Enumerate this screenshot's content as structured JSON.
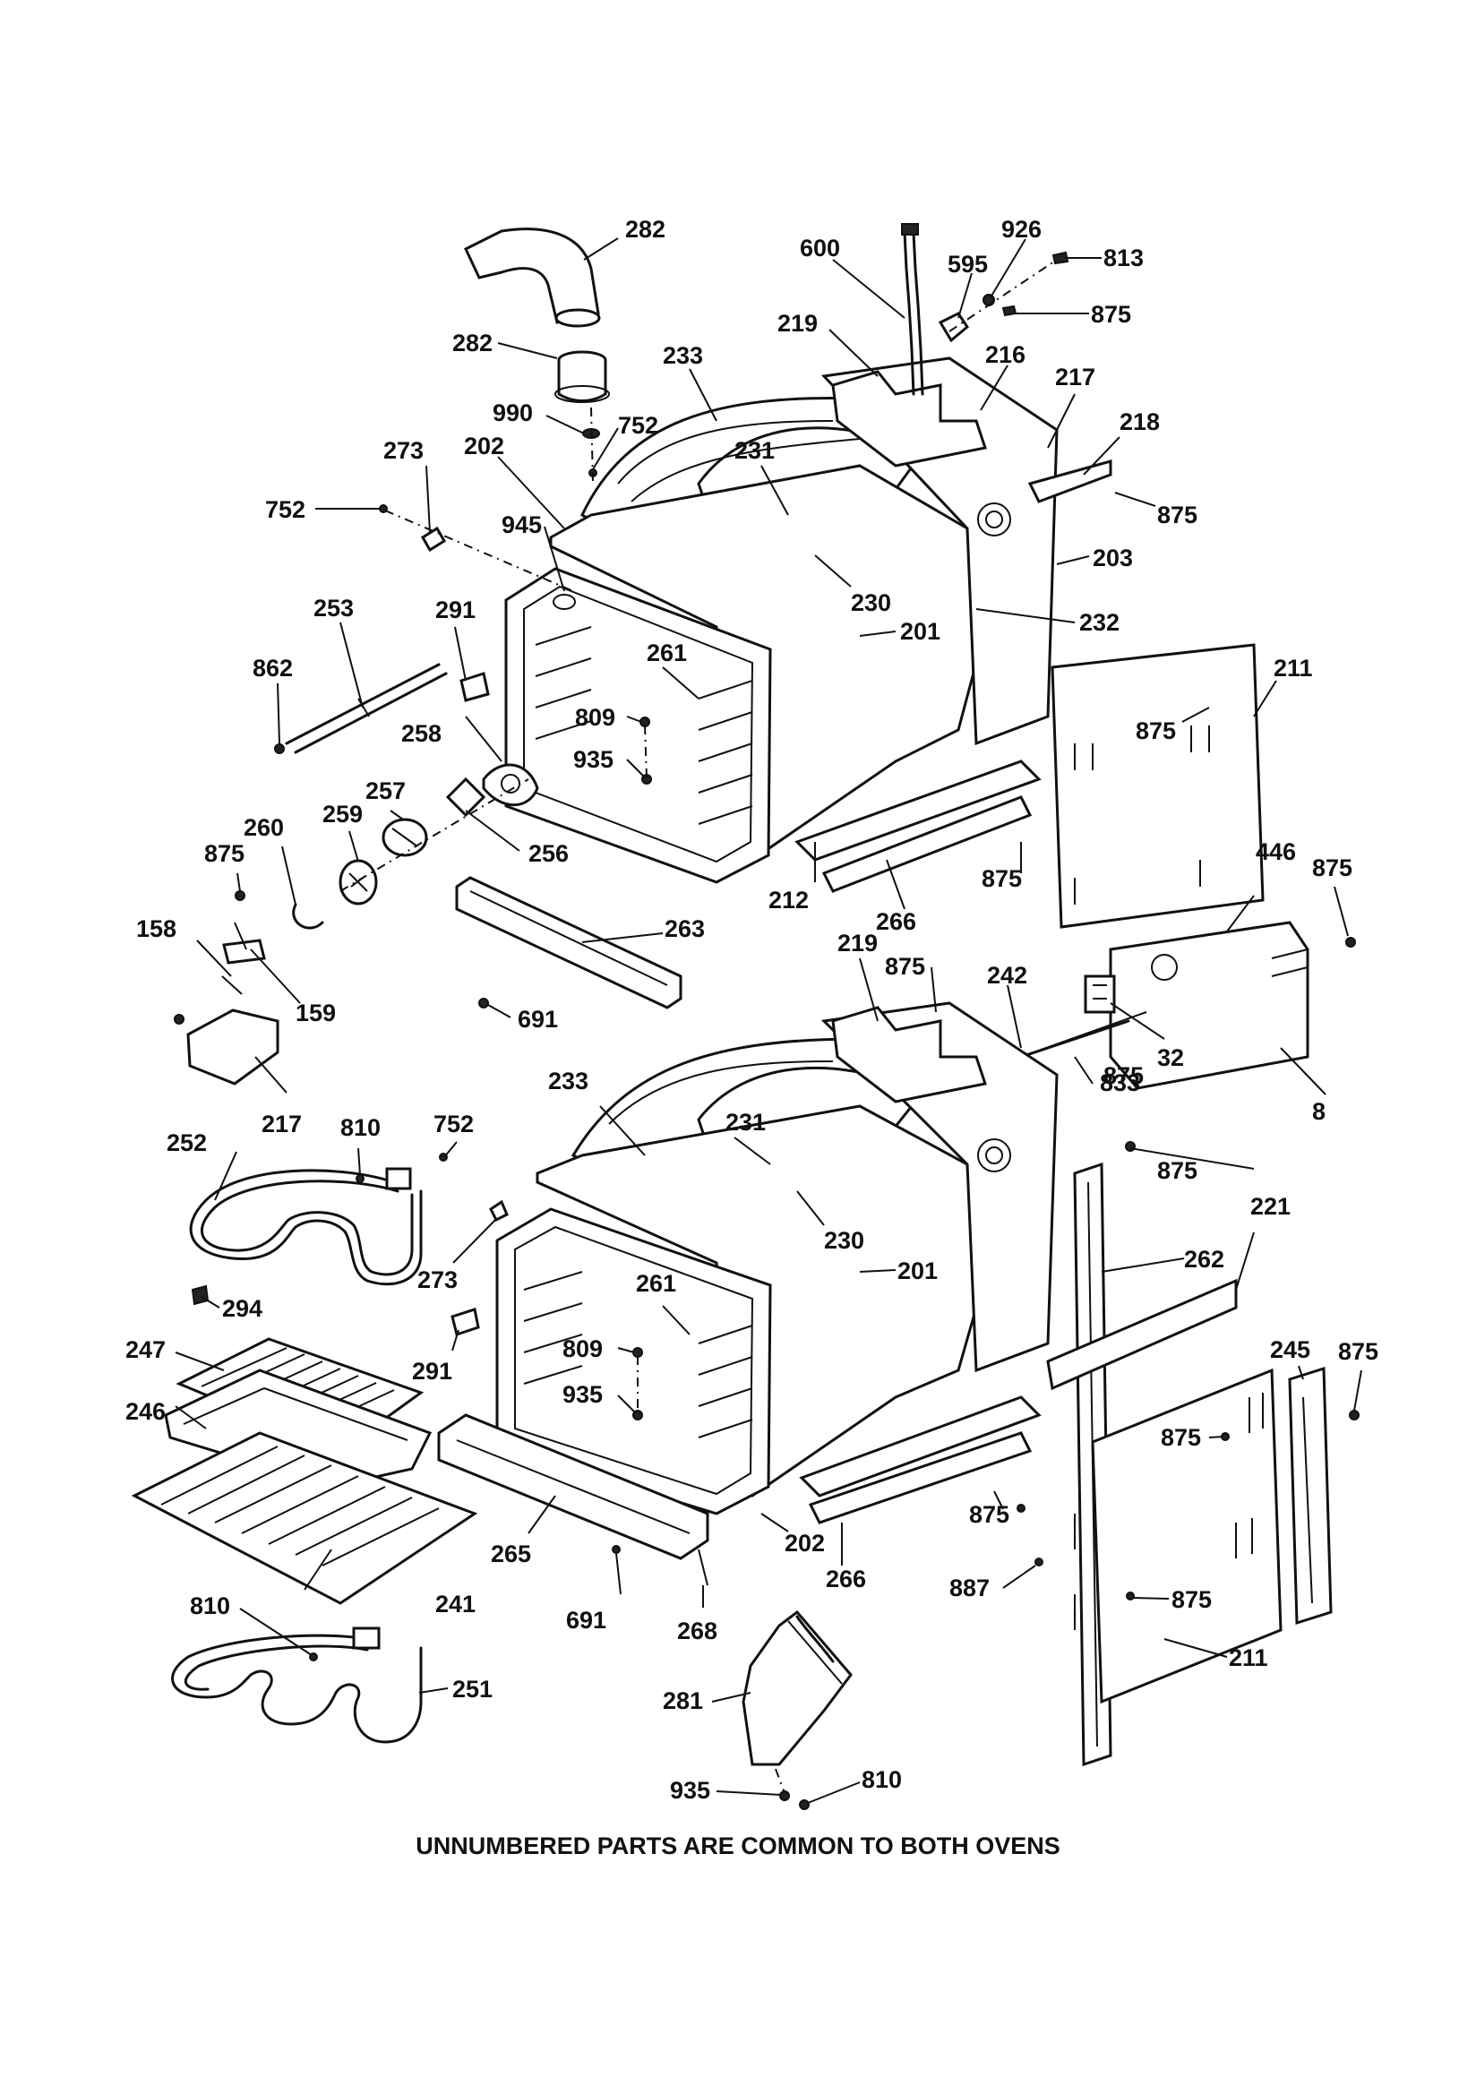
{
  "caption": "UNNUMBERED PARTS ARE COMMON TO BOTH OVENS",
  "callouts": [
    {
      "id": "c282a",
      "label": "282"
    },
    {
      "id": "c282b",
      "label": "282"
    },
    {
      "id": "c600",
      "label": "600"
    },
    {
      "id": "c926",
      "label": "926"
    },
    {
      "id": "c595",
      "label": "595"
    },
    {
      "id": "c813",
      "label": "813"
    },
    {
      "id": "c875a",
      "label": "875"
    },
    {
      "id": "c219a",
      "label": "219"
    },
    {
      "id": "c233a",
      "label": "233"
    },
    {
      "id": "c216",
      "label": "216"
    },
    {
      "id": "c217a",
      "label": "217"
    },
    {
      "id": "c990",
      "label": "990"
    },
    {
      "id": "c752a",
      "label": "752"
    },
    {
      "id": "c218",
      "label": "218"
    },
    {
      "id": "c273a",
      "label": "273"
    },
    {
      "id": "c202a",
      "label": "202"
    },
    {
      "id": "c231a",
      "label": "231"
    },
    {
      "id": "c875b",
      "label": "875"
    },
    {
      "id": "c752b",
      "label": "752"
    },
    {
      "id": "c945",
      "label": "945"
    },
    {
      "id": "c203",
      "label": "203"
    },
    {
      "id": "c230a",
      "label": "230"
    },
    {
      "id": "c253",
      "label": "253"
    },
    {
      "id": "c291a",
      "label": "291"
    },
    {
      "id": "c232",
      "label": "232"
    },
    {
      "id": "c201a",
      "label": "201"
    },
    {
      "id": "c862",
      "label": "862"
    },
    {
      "id": "c261a",
      "label": "261"
    },
    {
      "id": "c211a",
      "label": "211"
    },
    {
      "id": "c809a",
      "label": "809"
    },
    {
      "id": "c875c",
      "label": "875"
    },
    {
      "id": "c258",
      "label": "258"
    },
    {
      "id": "c935a",
      "label": "935"
    },
    {
      "id": "c257",
      "label": "257"
    },
    {
      "id": "c260",
      "label": "260"
    },
    {
      "id": "c259",
      "label": "259"
    },
    {
      "id": "c875d",
      "label": "875"
    },
    {
      "id": "c256",
      "label": "256"
    },
    {
      "id": "c875e",
      "label": "875"
    },
    {
      "id": "c446",
      "label": "446"
    },
    {
      "id": "c875f",
      "label": "875"
    },
    {
      "id": "c212",
      "label": "212"
    },
    {
      "id": "c266a",
      "label": "266"
    },
    {
      "id": "c263",
      "label": "263"
    },
    {
      "id": "c158",
      "label": "158"
    },
    {
      "id": "c219b",
      "label": "219"
    },
    {
      "id": "c875g",
      "label": "875"
    },
    {
      "id": "c242",
      "label": "242"
    },
    {
      "id": "c159",
      "label": "159"
    },
    {
      "id": "c691a",
      "label": "691"
    },
    {
      "id": "c32",
      "label": "32"
    },
    {
      "id": "c875h",
      "label": "875"
    },
    {
      "id": "c833",
      "label": "833"
    },
    {
      "id": "c8",
      "label": "8"
    },
    {
      "id": "c233b",
      "label": "233"
    },
    {
      "id": "c231b",
      "label": "231"
    },
    {
      "id": "c217b",
      "label": "217"
    },
    {
      "id": "c810a",
      "label": "810"
    },
    {
      "id": "c752c",
      "label": "752"
    },
    {
      "id": "c875i",
      "label": "875"
    },
    {
      "id": "c252",
      "label": "252"
    },
    {
      "id": "c221",
      "label": "221"
    },
    {
      "id": "c230b",
      "label": "230"
    },
    {
      "id": "c201b",
      "label": "201"
    },
    {
      "id": "c262",
      "label": "262"
    },
    {
      "id": "c273b",
      "label": "273"
    },
    {
      "id": "c261b",
      "label": "261"
    },
    {
      "id": "c294",
      "label": "294"
    },
    {
      "id": "c245",
      "label": "245"
    },
    {
      "id": "c875j",
      "label": "875"
    },
    {
      "id": "c247",
      "label": "247"
    },
    {
      "id": "c809b",
      "label": "809"
    },
    {
      "id": "c291b",
      "label": "291"
    },
    {
      "id": "c246",
      "label": "246"
    },
    {
      "id": "c935b",
      "label": "935"
    },
    {
      "id": "c875k",
      "label": "875"
    },
    {
      "id": "c875l",
      "label": "875"
    },
    {
      "id": "c202b",
      "label": "202"
    },
    {
      "id": "c265",
      "label": "265"
    },
    {
      "id": "c266b",
      "label": "266"
    },
    {
      "id": "c241",
      "label": "241"
    },
    {
      "id": "c887",
      "label": "887"
    },
    {
      "id": "c875m",
      "label": "875"
    },
    {
      "id": "c691b",
      "label": "691"
    },
    {
      "id": "c268",
      "label": "268"
    },
    {
      "id": "c810b",
      "label": "810"
    },
    {
      "id": "c211b",
      "label": "211"
    },
    {
      "id": "c251",
      "label": "251"
    },
    {
      "id": "c281",
      "label": "281"
    },
    {
      "id": "c935c",
      "label": "935"
    },
    {
      "id": "c810c",
      "label": "810"
    }
  ]
}
